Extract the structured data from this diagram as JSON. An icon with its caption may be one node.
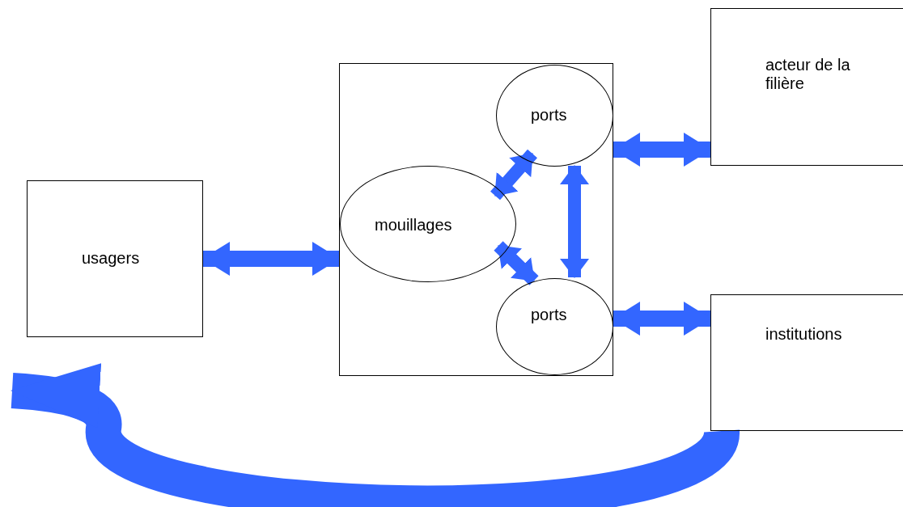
{
  "diagram": {
    "nodes": [
      {
        "text": [
          "usagers"
        ]
      },
      {
        "text": [],
        "shape": "box"
      },
      {
        "text": [
          "ports"
        ],
        "in": 1
      },
      {
        "text": [
          "mouillages"
        ],
        "in": 1
      },
      {
        "text": [
          "ports"
        ],
        "in": 1
      },
      {
        "text": [
          "acteur de la filière"
        ]
      },
      {
        "text": [
          "institutions"
        ]
      }
    ],
    "edges": [
      {
        "from": 0,
        "to": 1,
        "arrow": "both"
      },
      {
        "from": 3,
        "to": 2,
        "arrow": "both"
      },
      {
        "from": 3,
        "to": 4,
        "arrow": "both"
      },
      {
        "from": 2,
        "to": 4,
        "arrow": "both"
      },
      {
        "from": 1,
        "to": 5,
        "arrow": "both"
      },
      {
        "from": 1,
        "to": 6,
        "arrow": "both"
      },
      {
        "from": 6,
        "to": 0,
        "arrow": "to",
        "style": "thick"
      }
    ]
  }
}
